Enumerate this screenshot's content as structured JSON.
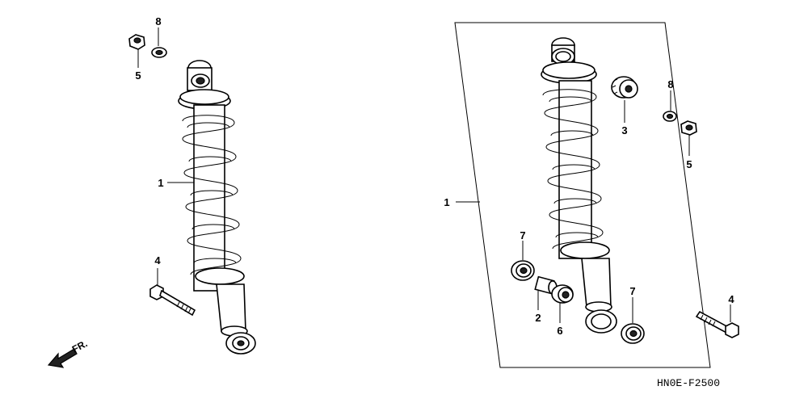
{
  "diagram": {
    "code": "HN0E-F2500",
    "direction_label": "FR.",
    "callouts": {
      "left_shock": "1",
      "left_nut": "5",
      "left_washer": "8",
      "left_bolt": "4",
      "right_shock": "1",
      "rubber_bushing": "3",
      "right_washer": "8",
      "right_nut": "5",
      "bearing_upper": "7",
      "collar": "2",
      "dust_seal": "6",
      "bearing_lower": "7",
      "right_bolt": "4"
    }
  }
}
